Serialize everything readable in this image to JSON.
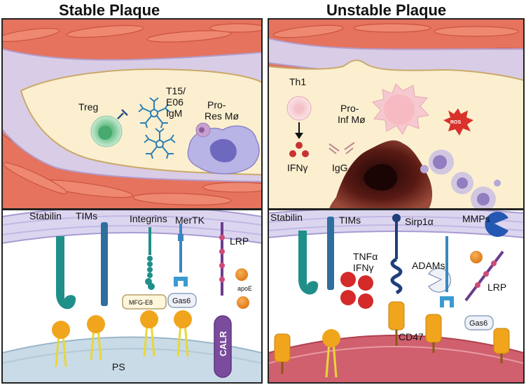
{
  "titles": {
    "left": "Stable Plaque",
    "right": "Unstable Plaque"
  },
  "stable_plaque": {
    "cells": {
      "treg": "Treg",
      "antibody_line1": "T15/",
      "antibody_line2": "E06",
      "antibody_line3": "IgM",
      "macrophage_line1": "Pro-",
      "macrophage_line2": "Res Mø"
    },
    "receptors": {
      "stabilin": "Stabilin",
      "tims": "TIMs",
      "integrins": "Integrins",
      "mertk": "MerTK",
      "lrp": "LRP",
      "mfge8": "MFG-E8",
      "gas6": "Gas6",
      "apoe": "apoE",
      "ps": "PS",
      "calr": "CALR"
    }
  },
  "unstable_plaque": {
    "cells": {
      "th1": "Th1",
      "ifng": "IFNγ",
      "igg": "IgG",
      "macrophage_line1": "Pro-",
      "macrophage_line2": "Inf Mø",
      "ros": "ROS"
    },
    "receptors": {
      "stabilin": "Stabilin",
      "tims": "TIMs",
      "sirp1a": "Sirp1α",
      "mmps": "MMPs",
      "tnfa": "TNFα",
      "ifng": "IFNγ",
      "adams": "ADAMs",
      "lrp": "LRP",
      "gas6": "Gas6",
      "cd47": "CD47"
    }
  },
  "colors": {
    "lumen": "#fbefd0",
    "intima": "#d9cce6",
    "muscle": "#e5735d",
    "stabilin": "#1f8f8a",
    "tims": "#2f6f9f",
    "ps_head": "#f0a51c",
    "calr": "#7b4c9d",
    "tnf": "#d42a2a",
    "necrotic": "#4a1512",
    "membrane_stable": "#c9dbe6",
    "membrane_unstable": "#d0606e"
  }
}
